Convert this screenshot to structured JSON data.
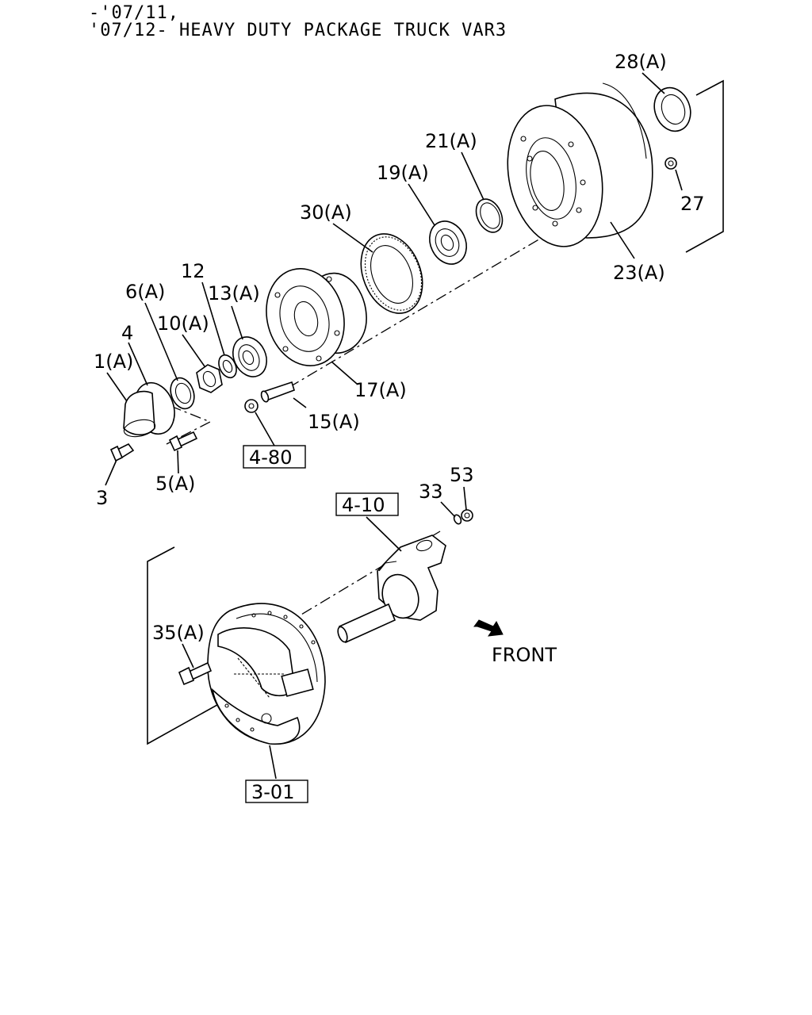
{
  "header": {
    "line1": "-'07/11,",
    "line2": "'07/12- HEAVY DUTY PACKAGE TRUCK VAR3"
  },
  "callouts": {
    "c28": "28(A)",
    "c21": "21(A)",
    "c27": "27",
    "c19": "19(A)",
    "c30": "30(A)",
    "c23": "23(A)",
    "c12": "12",
    "c6": "6(A)",
    "c13": "13(A)",
    "c4": "4",
    "c10": "10(A)",
    "c1": "1(A)",
    "c17": "17(A)",
    "c15": "15(A)",
    "c3": "3",
    "c5": "5(A)",
    "c53": "53",
    "c33": "33",
    "c35": "35(A)"
  },
  "references": {
    "r480": "4-80",
    "r410": "4-10",
    "r301": "3-01"
  },
  "direction_label": "FRONT"
}
